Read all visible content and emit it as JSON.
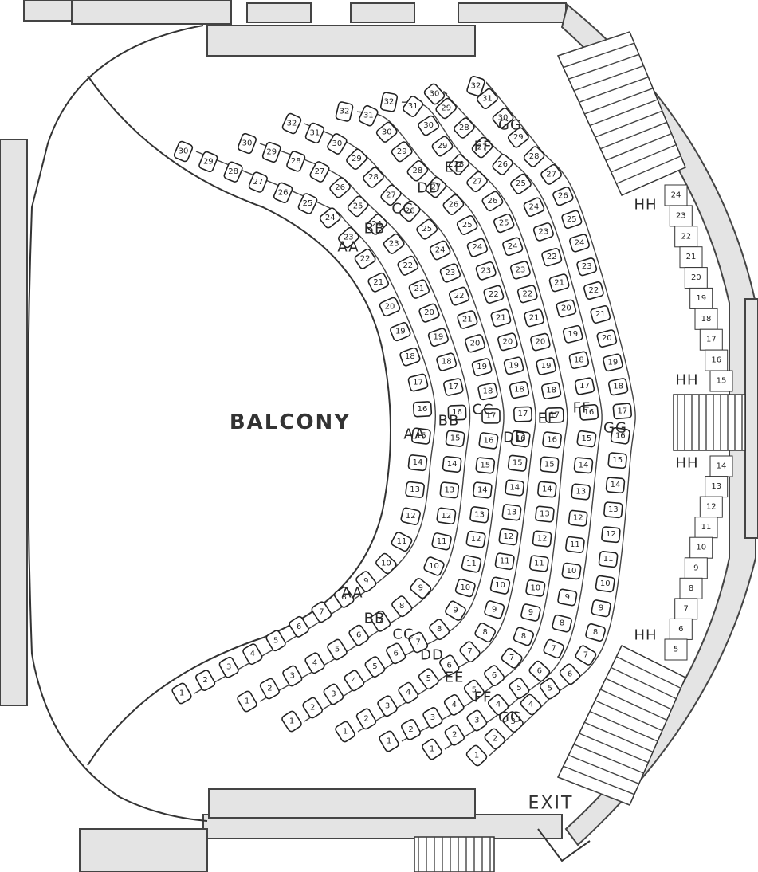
{
  "title": "BALCONY",
  "exit_label": "EXIT",
  "row_labels": {
    "upper": [
      "AA",
      "BB",
      "CC",
      "DD",
      "EE",
      "FF",
      "GG"
    ],
    "middle": [
      "AA",
      "BB",
      "CC",
      "DD",
      "EE",
      "FF",
      "GG"
    ],
    "lower": [
      "AA",
      "BB",
      "CC",
      "DD",
      "EE",
      "FF",
      "GG"
    ],
    "hh": [
      "HH",
      "HH",
      "HH",
      "HH"
    ]
  },
  "rows": [
    {
      "name": "AA",
      "first": 1,
      "last": 30
    },
    {
      "name": "BB",
      "first": 1,
      "last": 30
    },
    {
      "name": "CC",
      "first": 1,
      "last": 32
    },
    {
      "name": "DD",
      "first": 1,
      "last": 32
    },
    {
      "name": "EE",
      "first": 1,
      "last": 32
    },
    {
      "name": "FF",
      "first": 1,
      "last": 30
    },
    {
      "name": "GG",
      "first": 1,
      "last": 32
    }
  ],
  "hh_row": {
    "name": "HH",
    "upper_seats": [
      "24",
      "23",
      "22",
      "21",
      "20",
      "19",
      "18",
      "17",
      "16",
      "15"
    ],
    "lower_seats": [
      "14",
      "13",
      "12",
      "11",
      "10",
      "9",
      "8",
      "7",
      "6",
      "5"
    ]
  }
}
